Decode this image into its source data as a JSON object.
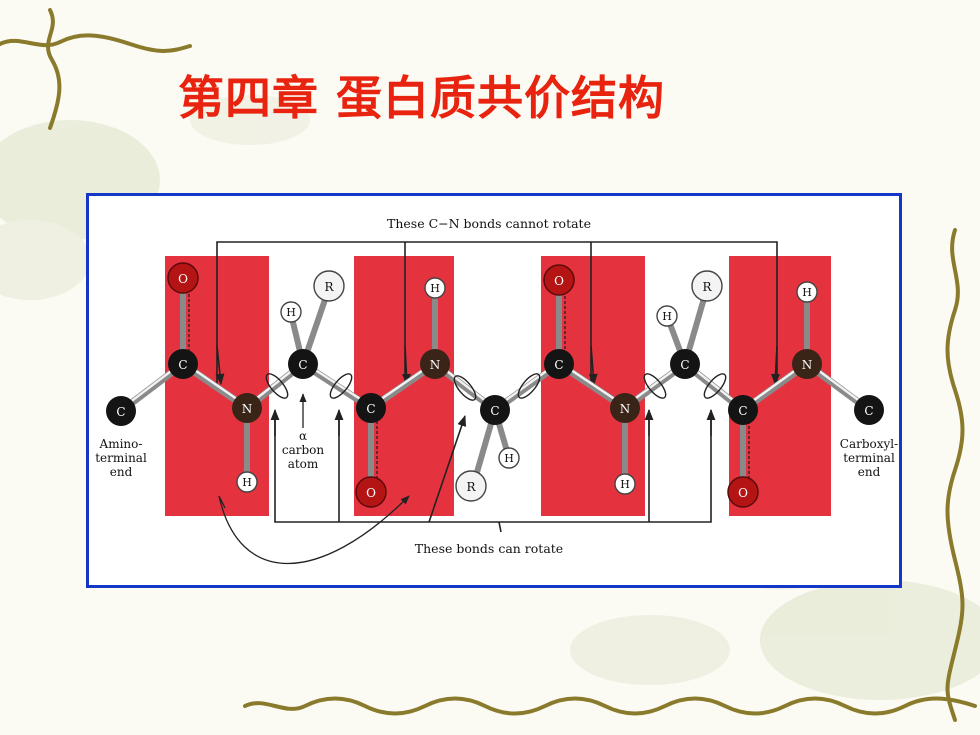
{
  "slide": {
    "title": "第四章 蛋白质共价结构"
  },
  "figure": {
    "top_caption": "These C−N bonds cannot rotate",
    "bottom_caption": "These bonds can rotate",
    "amino_end": [
      "Amino-",
      "terminal",
      "end"
    ],
    "carboxyl_end": [
      "Carboxyl-",
      "terminal",
      "end"
    ],
    "alpha_carbon": [
      "α",
      "carbon",
      "atom"
    ],
    "atoms": {
      "carbon": "C",
      "nitrogen": "N",
      "oxygen": "O",
      "hydrogen": "H",
      "side_chain": "R"
    }
  },
  "colors": {
    "title": "#e8230f",
    "frame": "#1437c8",
    "peptide_plane": "#e4323f",
    "oxygen": "#b51414"
  }
}
